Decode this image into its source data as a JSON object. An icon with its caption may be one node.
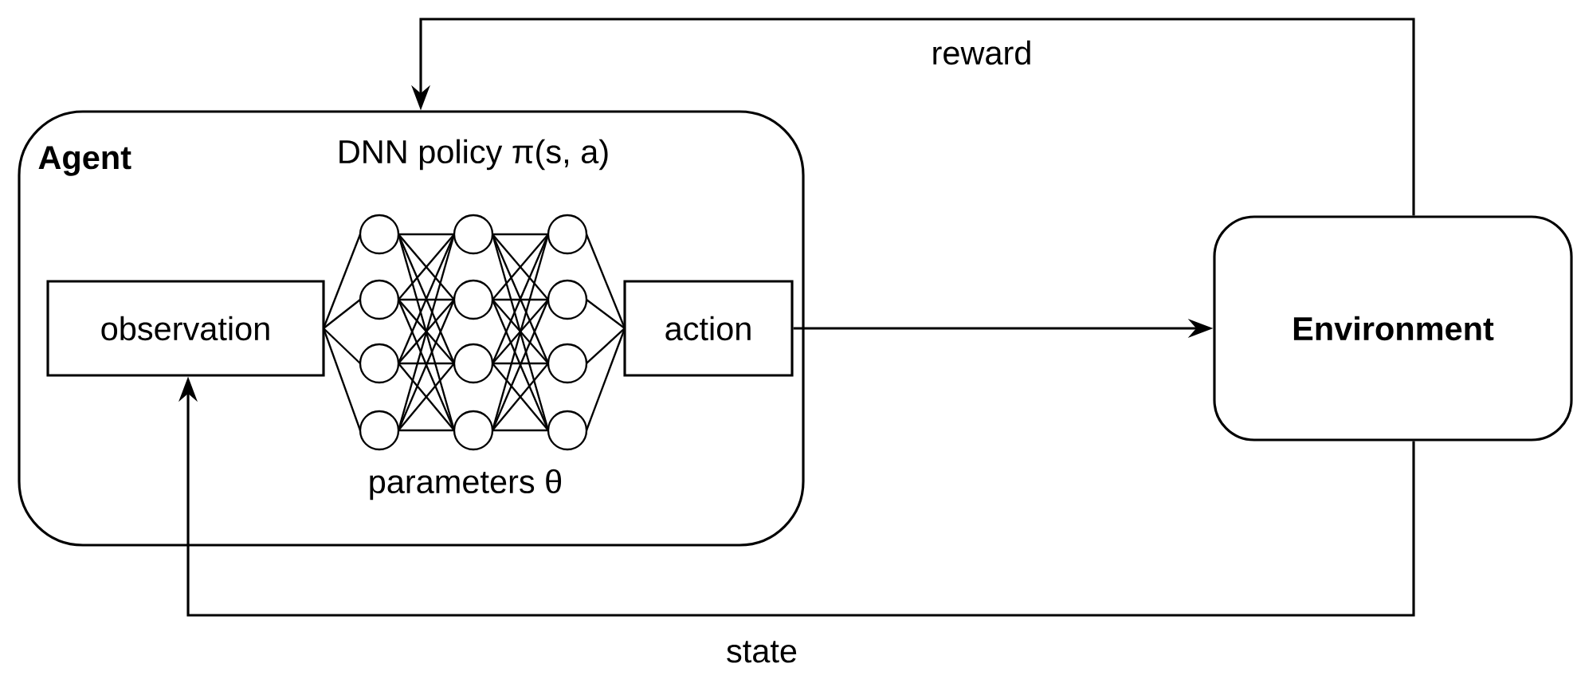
{
  "diagram": {
    "nodes": [
      {
        "text": [
          "Agent"
        ]
      },
      {
        "text": [
          "observation"
        ],
        "in": 0
      },
      {
        "text": [
          "DNN policy π(s, a)",
          "parameters θ"
        ],
        "in": 0
      },
      {
        "text": [
          "action"
        ],
        "in": 0
      },
      {
        "text": [
          "Environment"
        ]
      }
    ],
    "edges": [
      {
        "from": 3,
        "to": 4,
        "arrow": "to"
      },
      {
        "from": 4,
        "to": 0,
        "arrow": "to",
        "label": "reward"
      },
      {
        "from": 4,
        "to": 1,
        "arrow": "to",
        "label": "state"
      }
    ]
  }
}
